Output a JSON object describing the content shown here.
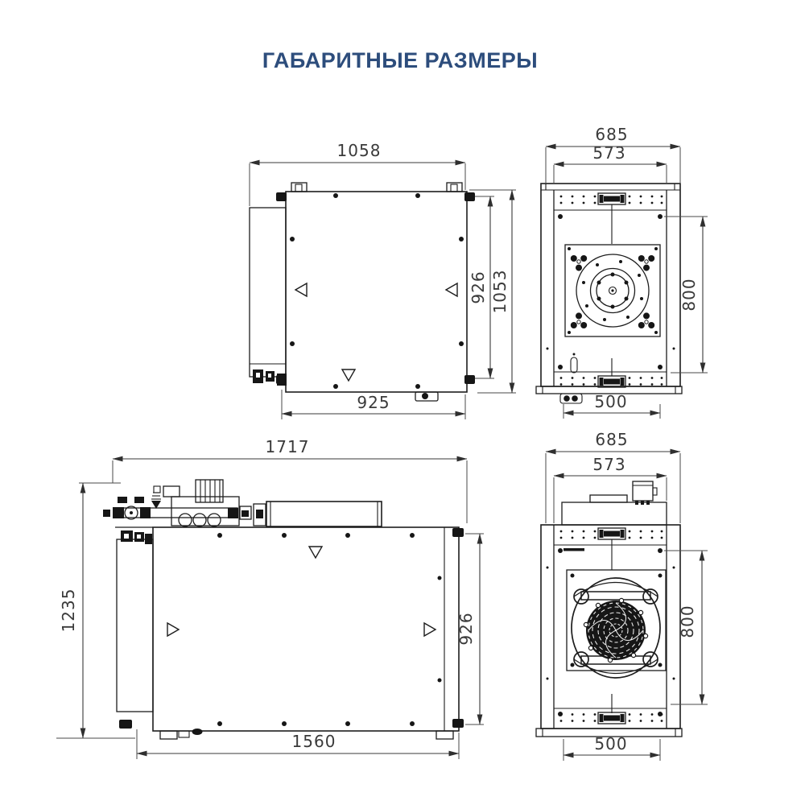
{
  "title": "ГАБАРИТНЫЕ РАЗМЕРЫ",
  "colors": {
    "background": "#ffffff",
    "line": "#1d1d1d",
    "dimension": "#3a3a3a",
    "title": "#2d4d7c"
  },
  "views": {
    "top": {
      "name": "top view (plan)",
      "dim_width_top": "1058",
      "dim_depth_inner": "926",
      "dim_depth_outer": "1053",
      "dim_width_bottom": "925"
    },
    "front": {
      "name": "end view with fan plate",
      "dim_width_outer": "685",
      "dim_width_inner": "573",
      "dim_height_opening": "800",
      "dim_width_bottom": "500"
    },
    "side": {
      "name": "side view",
      "dim_length_top": "1717",
      "dim_height_total": "1235",
      "dim_height_body": "926",
      "dim_length_bottom": "1560"
    },
    "rear": {
      "name": "end view with impeller",
      "dim_width_outer": "685",
      "dim_width_inner": "573",
      "dim_height_opening": "800",
      "dim_width_bottom": "500"
    }
  }
}
